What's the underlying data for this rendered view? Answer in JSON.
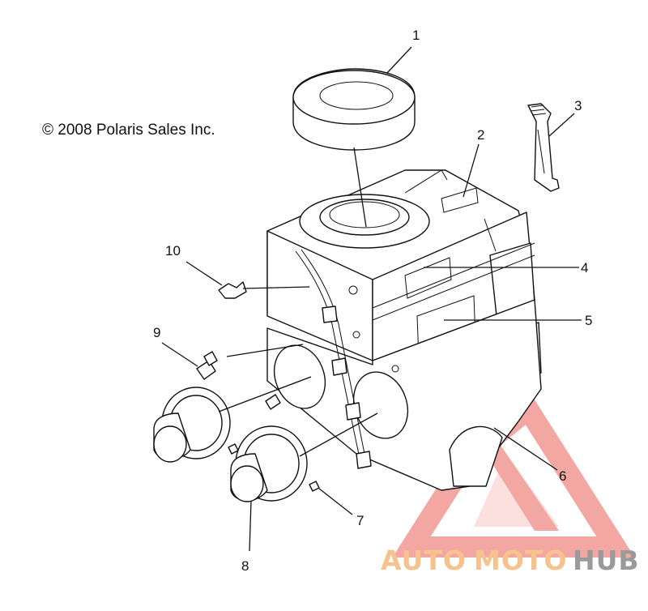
{
  "copyright": "© 2008 Polaris Sales Inc.",
  "callouts": [
    "1",
    "2",
    "3",
    "4",
    "5",
    "6",
    "7",
    "8",
    "9",
    "10"
  ],
  "watermark": {
    "part1": "AUTO",
    "part2": "MOTO",
    "part3": "HUB",
    "color_auto": "#f6c38e",
    "color_moto": "#f6c38e",
    "color_hub": "#9a9a9a",
    "logo_color": "#f08a85"
  }
}
